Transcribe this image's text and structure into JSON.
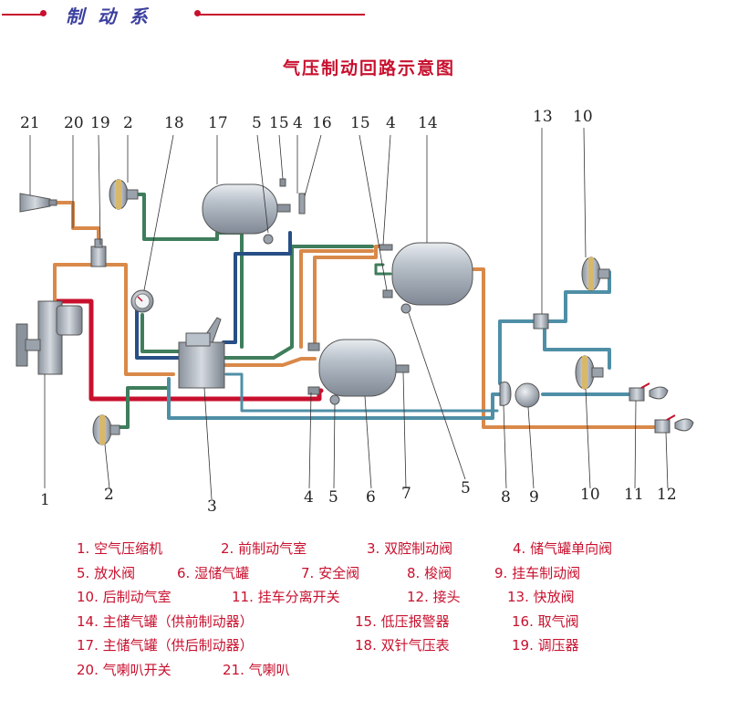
{
  "header": {
    "section_title": "制 动 系"
  },
  "diagram_title": "气压制动回路示意图",
  "colors": {
    "red_line": "#c8102e",
    "orange_pipe": "#d9894a",
    "green_pipe": "#3f7d5c",
    "blue_pipe": "#274f86",
    "teal_pipe": "#4f8fa6",
    "tank_fill": "#a8b1bc"
  },
  "callouts": {
    "n1": "1",
    "n2": "2",
    "n3": "3",
    "n4": "4",
    "n5": "5",
    "n6": "6",
    "n7": "7",
    "n8": "8",
    "n9": "9",
    "n10": "10",
    "n11": "11",
    "n12": "12",
    "n13": "13",
    "n14": "14",
    "n15": "15",
    "n16": "16",
    "n17": "17",
    "n18": "18",
    "n19": "19",
    "n20": "20",
    "n21": "21"
  },
  "legend": {
    "rows": [
      [
        "1. 空气压缩机",
        "2. 前制动气室",
        "3. 双腔制动阀",
        "4. 储气罐单向阀"
      ],
      [
        "5. 放水阀",
        "6. 湿储气罐",
        "7. 安全阀",
        "8. 梭阀",
        "9. 挂车制动阀"
      ],
      [
        "10. 后制动气室",
        "11. 挂车分离开关",
        "12. 接头",
        "13. 快放阀"
      ],
      [
        "14. 主储气罐（供前制动器）",
        "15. 低压报警器",
        "16. 取气阀"
      ],
      [
        "17. 主储气罐（供后制动器）",
        "18. 双针气压表",
        "19. 调压器"
      ],
      [
        "20. 气喇叭开关",
        "21. 气喇叭"
      ]
    ]
  }
}
